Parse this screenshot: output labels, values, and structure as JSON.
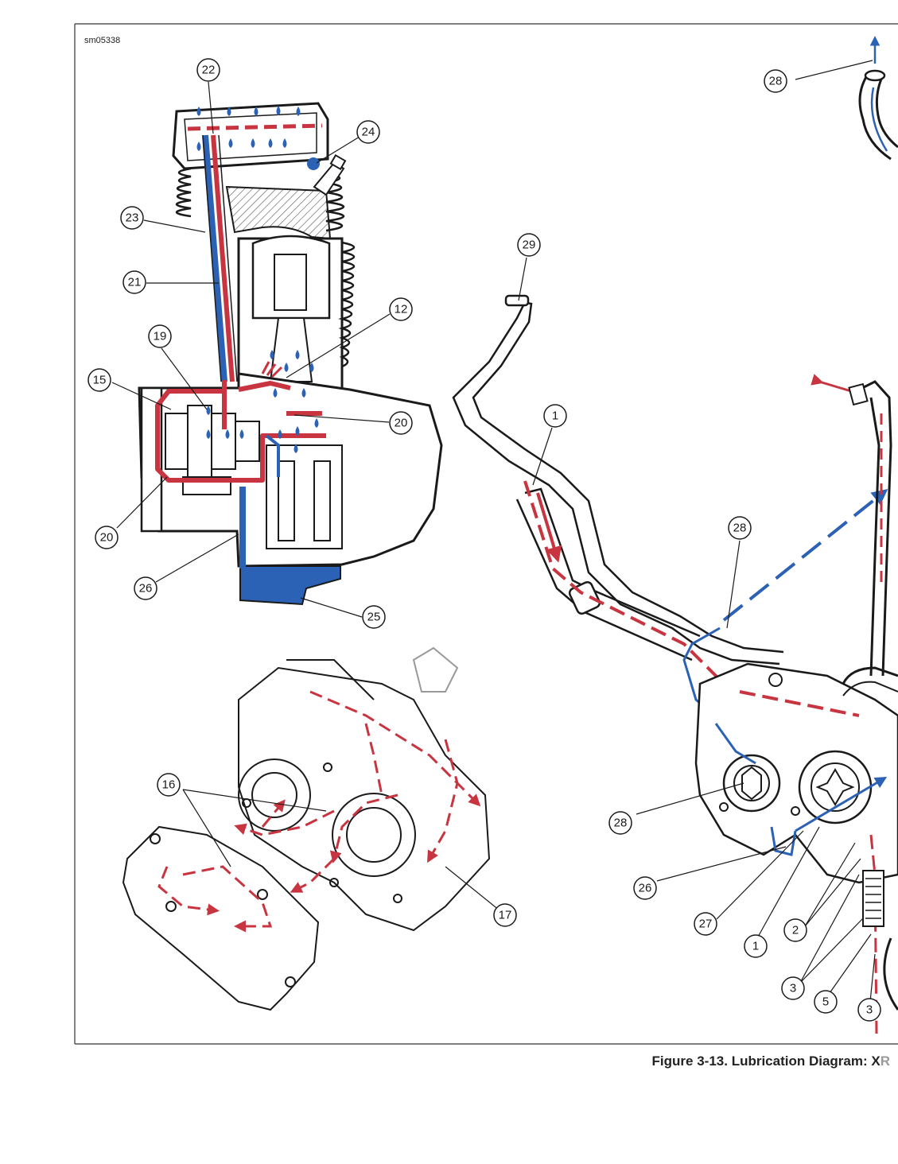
{
  "figure_code": "sm05338",
  "caption": {
    "prefix": "Figure 3-13. Lubrication Diagram: X",
    "cut": "R"
  },
  "colors": {
    "feed_oil": "#c8343f",
    "return_oil": "#2b62b5",
    "outline": "#1a1a1a",
    "hatch": "#555555"
  },
  "callouts": [
    {
      "id": "c22a",
      "label": "22"
    },
    {
      "id": "c24",
      "label": "24"
    },
    {
      "id": "c23",
      "label": "23"
    },
    {
      "id": "c21",
      "label": "21"
    },
    {
      "id": "c19",
      "label": "19"
    },
    {
      "id": "c12",
      "label": "12"
    },
    {
      "id": "c15",
      "label": "15"
    },
    {
      "id": "c20a",
      "label": "20"
    },
    {
      "id": "c20b",
      "label": "20"
    },
    {
      "id": "c26a",
      "label": "26"
    },
    {
      "id": "c25",
      "label": "25"
    },
    {
      "id": "c29",
      "label": "29"
    },
    {
      "id": "c1a",
      "label": "1"
    },
    {
      "id": "c28a",
      "label": "28"
    },
    {
      "id": "c28b",
      "label": "28"
    },
    {
      "id": "c28c",
      "label": "28"
    },
    {
      "id": "c16",
      "label": "16"
    },
    {
      "id": "c17",
      "label": "17"
    },
    {
      "id": "c26b",
      "label": "26"
    },
    {
      "id": "c27",
      "label": "27"
    },
    {
      "id": "c1b",
      "label": "1"
    },
    {
      "id": "c2",
      "label": "2"
    },
    {
      "id": "c3a",
      "label": "3"
    },
    {
      "id": "c5",
      "label": "5"
    },
    {
      "id": "c3b",
      "label": "3"
    }
  ]
}
